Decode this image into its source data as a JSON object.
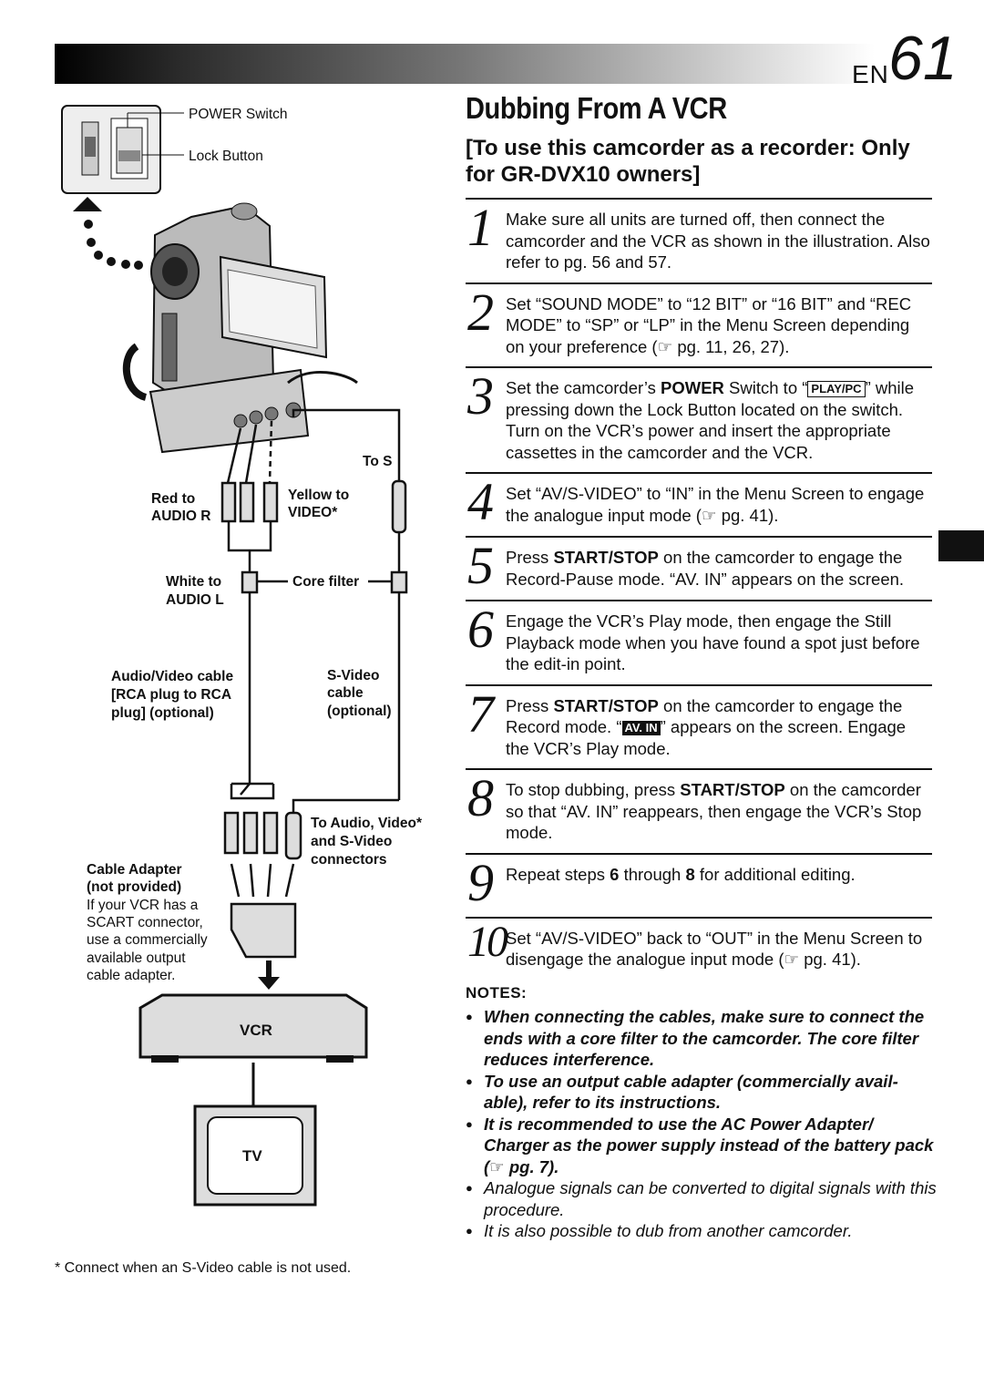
{
  "header": {
    "lang": "EN",
    "page_number": "61"
  },
  "title": "Dubbing From A VCR",
  "subtitle": "[To use this camcorder as a recorder: Only for GR-DVX10 owners]",
  "diagram": {
    "power_switch": "POWER Switch",
    "lock_button": "Lock Button",
    "to_s": "To S",
    "red_to": "Red to",
    "audio_r": "AUDIO R",
    "yellow_to": "Yellow to",
    "video": "VIDEO*",
    "white_to": "White to",
    "audio_l": "AUDIO L",
    "core_filter": "Core filter",
    "av_cable_1": "Audio/Video cable",
    "av_cable_2": "[RCA plug to RCA",
    "av_cable_3": "plug] (optional)",
    "svideo_1": "S-Video",
    "svideo_2": "cable",
    "svideo_3": "(optional)",
    "to_audio_1": "To Audio, Video*",
    "to_audio_2": "and S-Video",
    "to_audio_3": "connectors",
    "adapter_1": "Cable Adapter",
    "adapter_2": "(not provided)",
    "adapter_3": "If your VCR has a",
    "adapter_4": "SCART connector,",
    "adapter_5": "use a commercially",
    "adapter_6": "available output",
    "adapter_7": "cable adapter.",
    "vcr": "VCR",
    "tv": "TV"
  },
  "steps": [
    {
      "num": "1",
      "parts": [
        "Make sure all units are turned off, then connect the camcorder and the VCR as shown in the illustration. Also refer to pg. 56 and 57."
      ]
    },
    {
      "num": "2",
      "parts": [
        "Set “SOUND MODE” to “12 BIT” or “16 BIT” and “REC MODE” to “SP” or “LP” in the Menu Screen depending on your preference (☞ pg. 11, 26, 27)."
      ]
    },
    {
      "num": "3",
      "a": "Set the camcorder’s ",
      "b": "POWER",
      "c": " Switch to “",
      "tag": "PLAY/PC",
      "d": "” while pressing down the Lock Button located on the switch. Turn on the VCR’s power and insert the appropriate cassettes in the camcorder and the VCR."
    },
    {
      "num": "4",
      "parts": [
        "Set “AV/S-VIDEO” to “IN” in the Menu Screen to engage the analogue input mode (☞ pg. 41)."
      ]
    },
    {
      "num": "5",
      "a": "Press ",
      "b": "START/STOP",
      "c": " on the camcorder to engage the Record-Pause mode. “AV. IN” appears on the screen."
    },
    {
      "num": "6",
      "parts": [
        "Engage the VCR’s Play mode, then engage the Still Playback mode when you have found a spot just before the edit-in point."
      ]
    },
    {
      "num": "7",
      "a": "Press ",
      "b": "START/STOP",
      "c": " on the camcorder to engage the Record mode. “",
      "tag": "AV. IN",
      "d": "” appears on the screen. Engage the VCR’s Play mode."
    },
    {
      "num": "8",
      "a": "To stop dubbing, press ",
      "b": "START/STOP",
      "c": " on the camcorder so that “AV. IN” reappears, then engage the VCR’s Stop mode."
    },
    {
      "num": "9",
      "a": "Repeat steps ",
      "b": "6",
      "c": " through ",
      "b2": "8",
      "d": " for additional editing."
    },
    {
      "num": "10",
      "parts": [
        "Set “AV/S-VIDEO” back to “OUT” in the Menu Screen to disengage the analogue input mode (☞ pg. 41)."
      ]
    }
  ],
  "notes_heading": "NOTES:",
  "notes": [
    "When connecting the cables, make sure to connect the ends with a core filter to the camcorder. The core filter reduces interference.",
    "To use an output cable adapter (commercially avail- able), refer to its instructions.",
    "It is recommended to use the AC Power Adapter/ Charger as the power supply instead of the battery pack (☞ pg. 7).",
    "Analogue signals can be converted to digital signals with this procedure.",
    "It is also possible to dub from another camcorder."
  ],
  "footnote": "* Connect when an S-Video cable is not used."
}
